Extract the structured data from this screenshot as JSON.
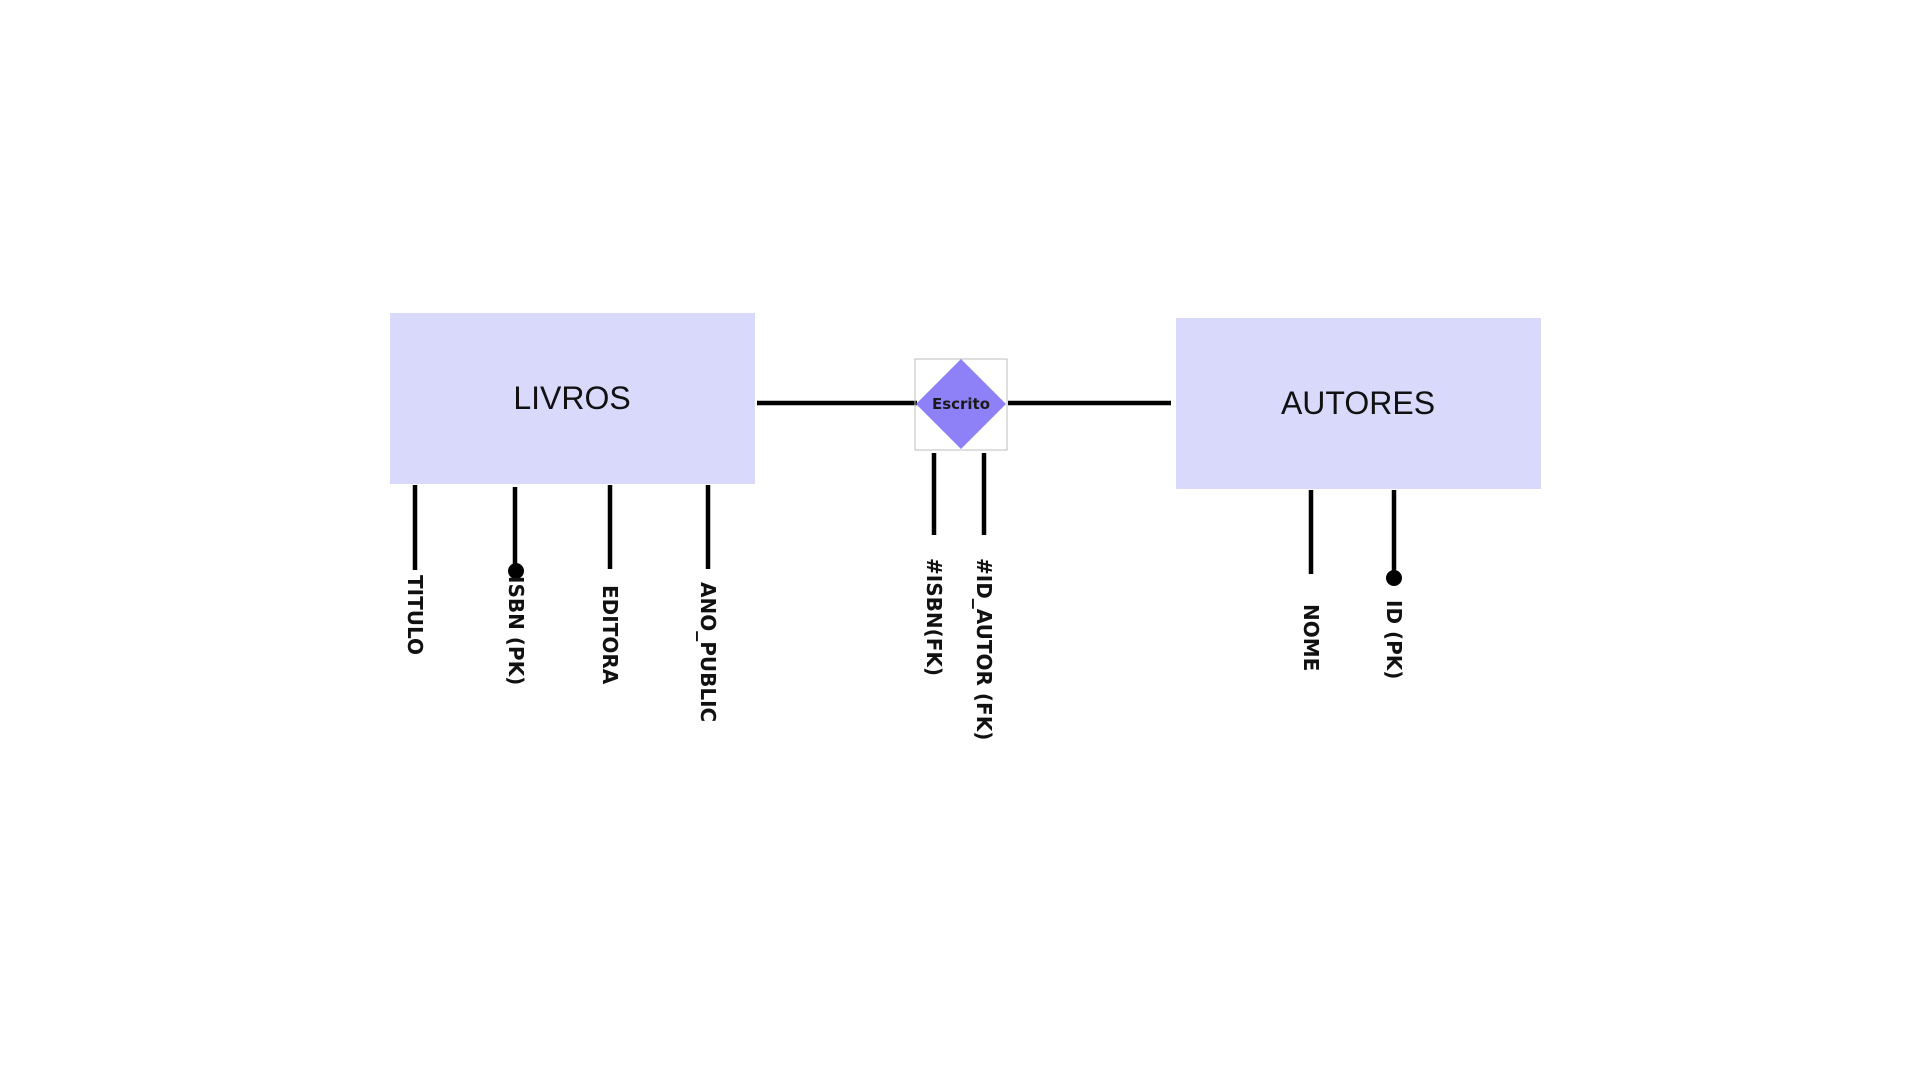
{
  "colors": {
    "entity_fill": "#d9d9fc",
    "relationship_fill": "#8e80f7",
    "line": "#000000",
    "text": "#111111"
  },
  "entities": {
    "livros": {
      "name": "LIVROS",
      "attributes": [
        {
          "label": "TITULO",
          "key": false
        },
        {
          "label": "ISBN (PK)",
          "key": true
        },
        {
          "label": "EDITORA",
          "key": false
        },
        {
          "label": "ANO_PUBLIC",
          "key": false
        }
      ]
    },
    "autores": {
      "name": "AUTORES",
      "attributes": [
        {
          "label": "NOME",
          "key": false
        },
        {
          "label": "ID (PK)",
          "key": true
        }
      ]
    }
  },
  "relationship": {
    "name": "Escrito",
    "attributes": [
      {
        "label": "#ISBN(FK)",
        "key": false
      },
      {
        "label": "#ID_AUTOR (FK)",
        "key": false
      }
    ]
  }
}
